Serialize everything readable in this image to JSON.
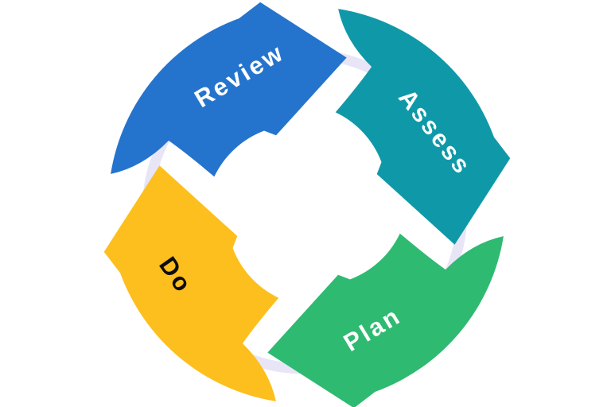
{
  "diagram": {
    "background": "#ffffff",
    "ring_color": "#e8e5f7",
    "steps": [
      {
        "label": "Review",
        "color": "#2474ce",
        "text_color": "#ffffff"
      },
      {
        "label": "Assess",
        "color": "#0f99a8",
        "text_color": "#ffffff"
      },
      {
        "label": "Plan",
        "color": "#2eba71",
        "text_color": "#ffffff"
      },
      {
        "label": "Do",
        "color": "#fdbf1e",
        "text_color": "#0d0d0d"
      }
    ]
  }
}
